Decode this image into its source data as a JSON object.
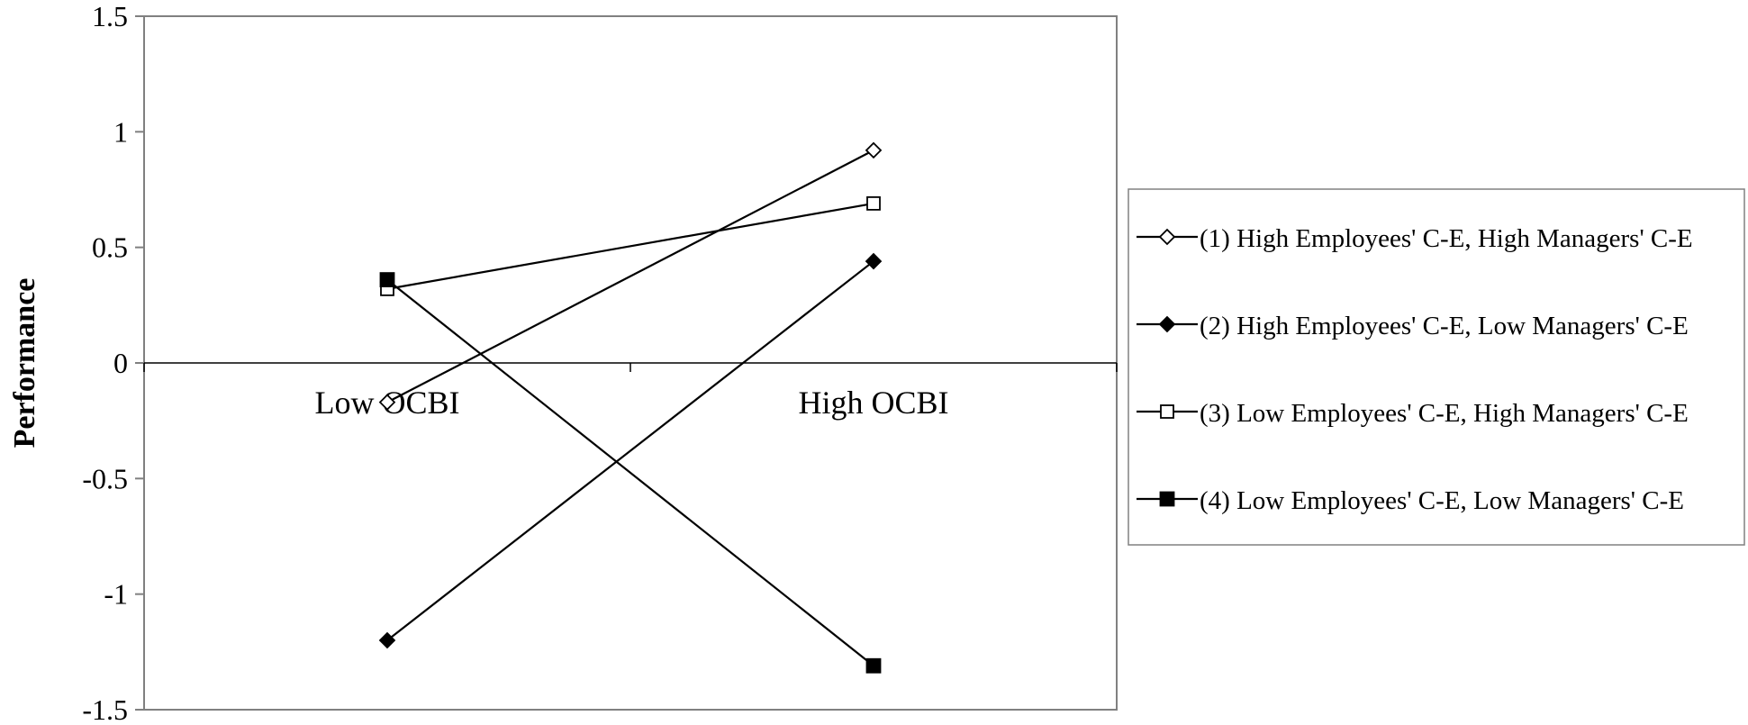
{
  "chart_data": {
    "type": "line",
    "title": "",
    "xlabel": "",
    "ylabel": "Performance",
    "categories": [
      "Low OCBI",
      "High OCBI"
    ],
    "ylim": [
      -1.5,
      1.5
    ],
    "yticks": [
      "1.5",
      "1",
      "0.5",
      "0",
      "-0.5",
      "-1",
      "-1.5"
    ],
    "ytick_values": [
      1.5,
      1,
      0.5,
      0,
      -0.5,
      -1,
      -1.5
    ],
    "grid": false,
    "legend_position": "right",
    "series": [
      {
        "name": "(1) High Employees' C-E, High Managers' C-E",
        "values": [
          -0.17,
          0.92
        ],
        "marker": "diamond-open"
      },
      {
        "name": "(2) High Employees' C-E, Low Managers' C-E",
        "values": [
          -1.2,
          0.44
        ],
        "marker": "diamond-filled"
      },
      {
        "name": "(3) Low Employees' C-E, High Managers' C-E",
        "values": [
          0.32,
          0.69
        ],
        "marker": "square-open"
      },
      {
        "name": "(4) Low Employees' C-E, Low Managers' C-E",
        "values": [
          0.36,
          -1.31
        ],
        "marker": "square-filled"
      }
    ]
  },
  "colors": {
    "line": "#000000",
    "axis": "#808080",
    "background": "#ffffff"
  }
}
